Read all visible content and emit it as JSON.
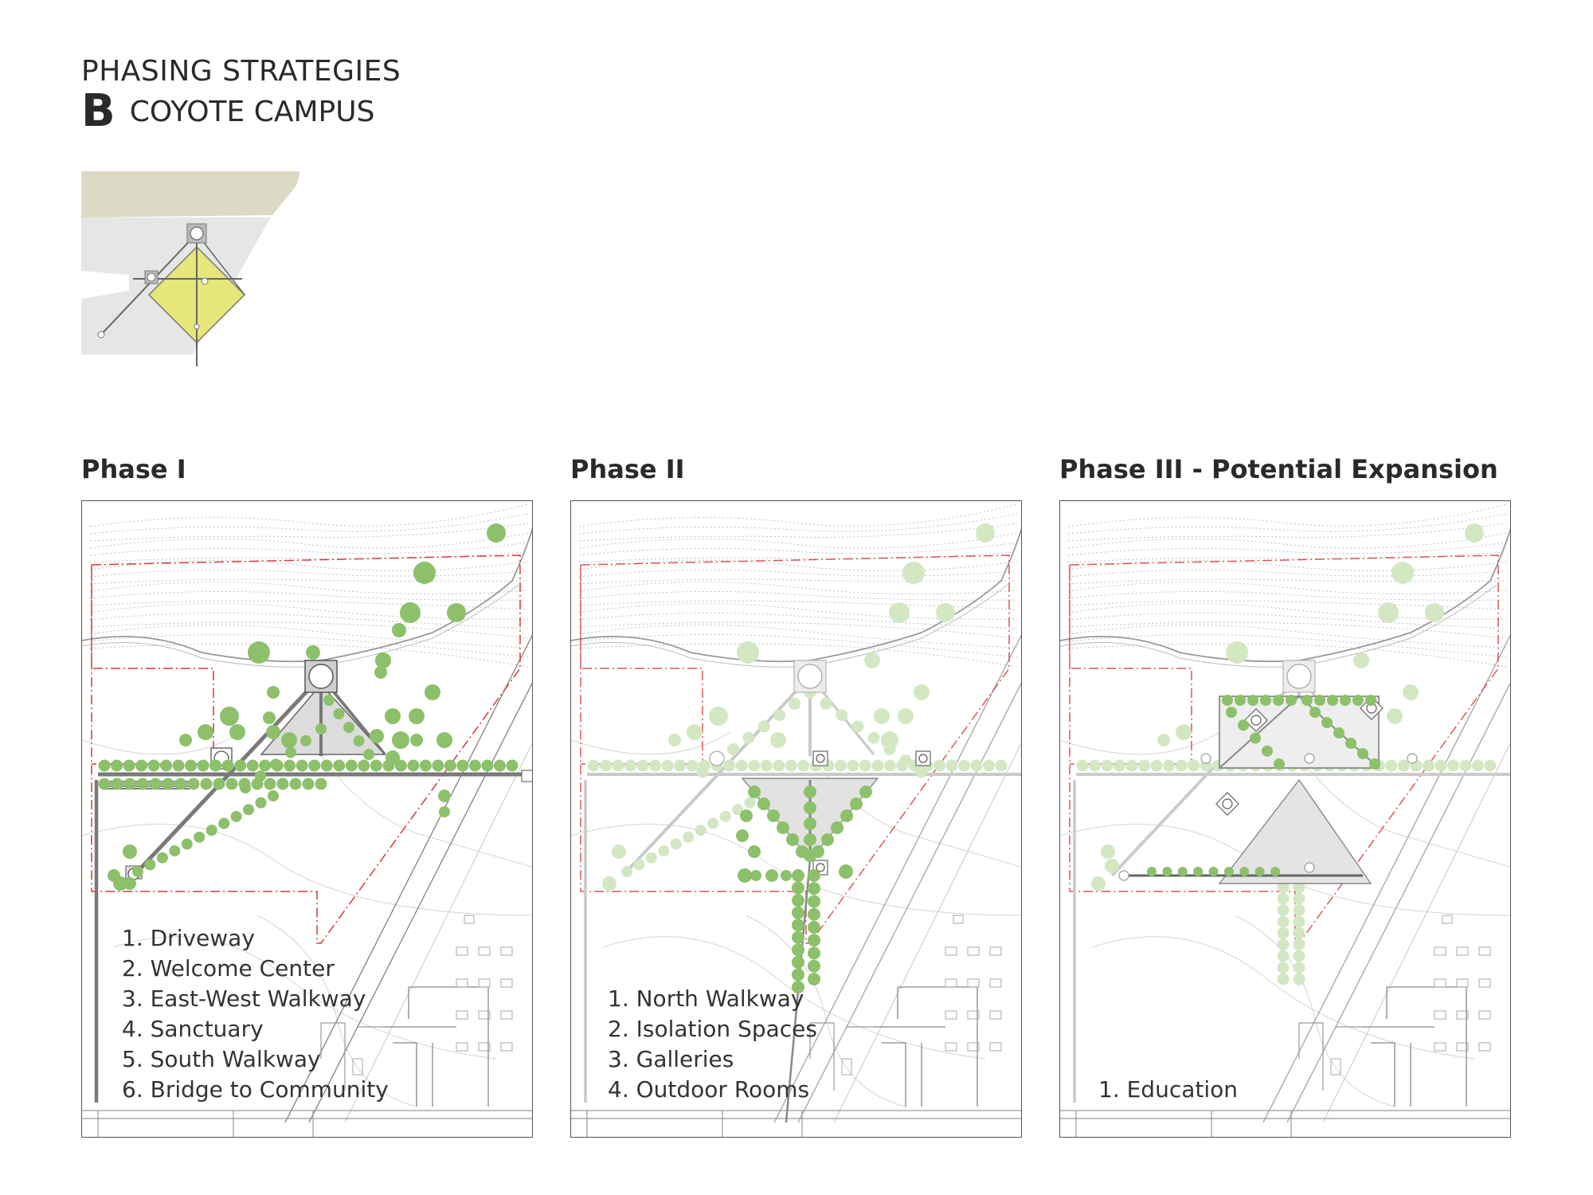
{
  "header": {
    "title": "PHASING STRATEGIES",
    "subtitle_letter": "B",
    "subtitle": "COYOTE CAMPUS"
  },
  "colors": {
    "tree_green": "#8dc06a",
    "tree_faded": "#d3e7c3",
    "sanctuary_yellow": "#e6e67a",
    "property_line": "#d23a3a",
    "path_gray": "#8a8a8a",
    "contour": "#b8b8b8",
    "terrain_tan": "#dcd9c4"
  },
  "panels": [
    {
      "title": "Phase I",
      "legend": [
        "1. Driveway",
        "2. Welcome Center",
        "3. East-West Walkway",
        "4. Sanctuary",
        "5. South Walkway",
        "6. Bridge to Community"
      ]
    },
    {
      "title": "Phase II",
      "legend": [
        "1. North Walkway",
        "2. Isolation Spaces",
        "3. Galleries",
        "4. Outdoor Rooms"
      ]
    },
    {
      "title": "Phase III - Potential Expansion",
      "legend": [
        "1. Education"
      ]
    }
  ]
}
